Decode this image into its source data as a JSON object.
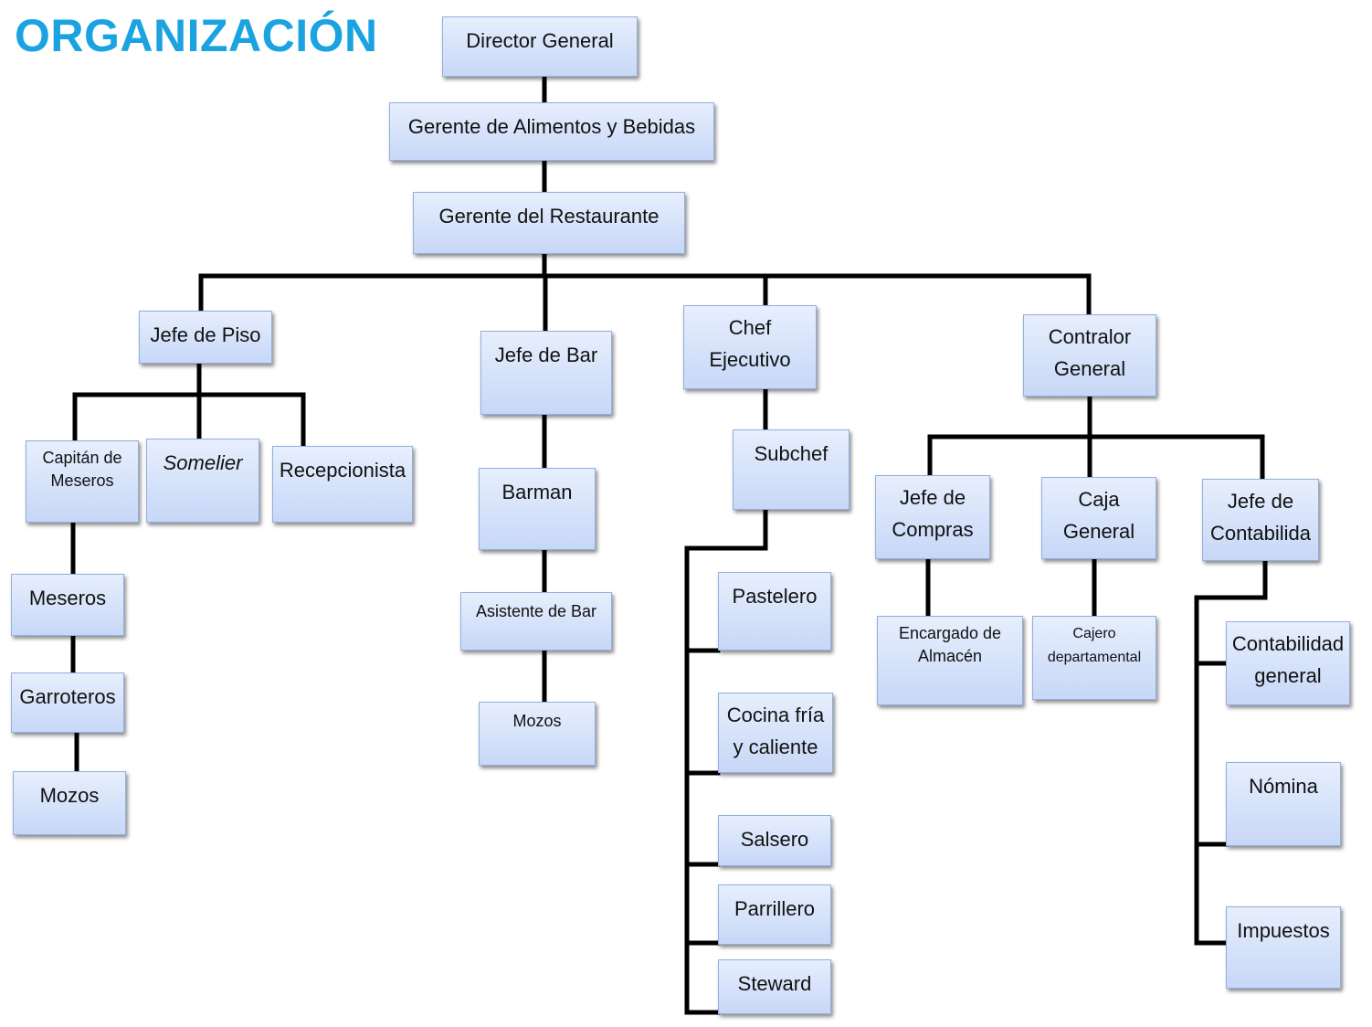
{
  "title": "ORGANIZACIÓN",
  "nodes": {
    "director": [
      "Director General"
    ],
    "gerente_ayb": [
      "Gerente de Alimentos y Bebidas"
    ],
    "gerente_rest": [
      "Gerente del Restaurante"
    ],
    "jefe_piso": [
      "Jefe de Piso"
    ],
    "capitan": [
      "Capitán de",
      "Meseros"
    ],
    "somelier": [
      "Somelier"
    ],
    "recepcionista": [
      "Recepcionista"
    ],
    "meseros": [
      "Meseros"
    ],
    "garroteros": [
      "Garroteros"
    ],
    "mozos_piso": [
      "Mozos"
    ],
    "jefe_bar": [
      "Jefe de Bar"
    ],
    "barman": [
      "Barman"
    ],
    "asistente_bar": [
      "Asistente de Bar"
    ],
    "mozos_bar": [
      "Mozos"
    ],
    "chef": [
      "Chef",
      "Ejecutivo"
    ],
    "subchef": [
      "Subchef"
    ],
    "pastelero": [
      "Pastelero"
    ],
    "cocina": [
      "Cocina fría",
      "y caliente"
    ],
    "salsero": [
      "Salsero"
    ],
    "parrillero": [
      "Parrillero"
    ],
    "steward": [
      "Steward"
    ],
    "contralor": [
      "Contralor",
      "General"
    ],
    "jefe_compras": [
      "Jefe de",
      "Compras"
    ],
    "encargado": [
      "Encargado de",
      "Almacén"
    ],
    "caja": [
      "Caja",
      "General"
    ],
    "cajero": [
      "Cajero",
      "departamental"
    ],
    "jefe_contab": [
      "Jefe de",
      "Contabilida"
    ],
    "contab_general": [
      "Contabilidad",
      "general"
    ],
    "nomina": [
      "Nómina"
    ],
    "impuestos": [
      "Impuestos"
    ]
  },
  "colors": {
    "title": "#1aa3e0",
    "box_top": "#e7effd",
    "box_bottom": "#c7d7f7",
    "box_border": "#93aee0",
    "connector": "#000000"
  }
}
